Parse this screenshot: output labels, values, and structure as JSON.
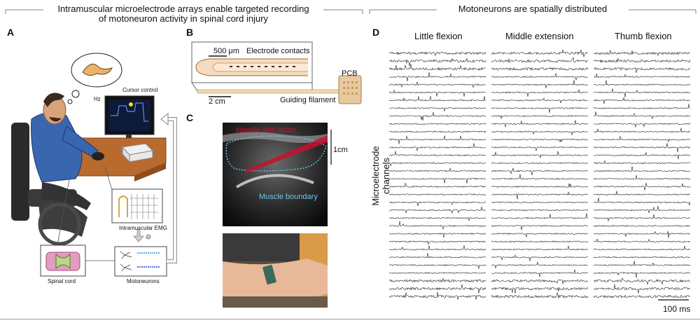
{
  "headers": {
    "left_line1": "Intramuscular microelectrode arrays enable targeted recording",
    "left_line2": "of motoneuron activity in spinal cord injury",
    "right": "Motoneurons are spatially distributed"
  },
  "panels": {
    "a": "A",
    "b": "B",
    "c": "C",
    "d": "D"
  },
  "panel_a": {
    "cursor_control": "Cursor control",
    "hz": "Hz",
    "intramuscular_emg": "Intramuscular EMG",
    "spinal_cord": "Spinal cord",
    "motoneurons": "Motoneurons"
  },
  "panel_b": {
    "scale_um": "500 μm",
    "electrode_contacts": "Electrode contacts",
    "scale_cm": "2 cm",
    "guiding_filament": "Guiding filament",
    "pcb": "PCB"
  },
  "panel_c": {
    "needle": "Needle with array",
    "scale": "1cm",
    "muscle_boundary": "Muscle boundary"
  },
  "panel_d": {
    "conditions": [
      "Little flexion",
      "Middle extension",
      "Thumb flexion"
    ],
    "ylabel": "Microelectrode channels",
    "scale": "100 ms",
    "channel_count": 32
  },
  "colors": {
    "red": "#c8102e",
    "cyan": "#6ec6e6",
    "blue": "#1f3fbf",
    "gray": "#9a9a9a"
  }
}
